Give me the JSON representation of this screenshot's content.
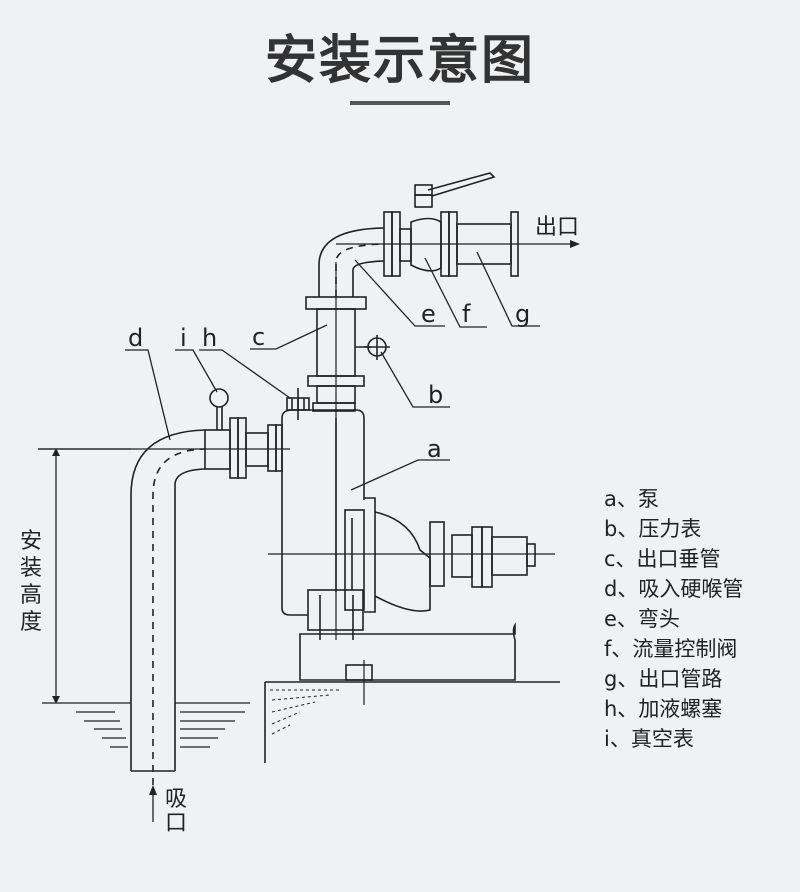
{
  "title": "安装示意图",
  "diagram": {
    "callouts": {
      "a": "a",
      "b": "b",
      "c": "c",
      "d": "d",
      "e": "e",
      "f": "f",
      "g": "g",
      "h": "h",
      "i": "i"
    },
    "outlet_label": "出口",
    "inlet_label_1": "吸",
    "inlet_label_2": "口",
    "height_label": [
      "安",
      "装",
      "高",
      "度"
    ]
  },
  "legend": [
    {
      "key": "a、",
      "label": "泵"
    },
    {
      "key": "b、",
      "label": "压力表"
    },
    {
      "key": "c、",
      "label": "出口垂管"
    },
    {
      "key": "d、",
      "label": "吸入硬喉管"
    },
    {
      "key": "e、",
      "label": "弯头"
    },
    {
      "key": "f、",
      "label": "流量控制阀"
    },
    {
      "key": "g、",
      "label": "出口管路"
    },
    {
      "key": "h、",
      "label": "加液螺塞"
    },
    {
      "key": "i、",
      "label": "真空表"
    }
  ]
}
